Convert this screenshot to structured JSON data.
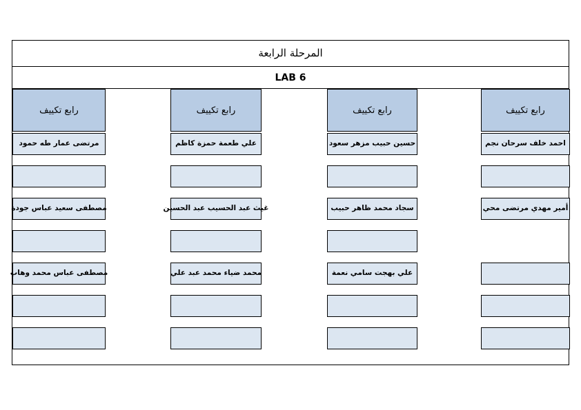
{
  "document": {
    "title": "المرحلة الرابعة",
    "lab_label": "LAB 6"
  },
  "colors": {
    "group_header_fill": "#b8cce4",
    "cell_fill": "#dce6f1",
    "border": "#000000",
    "page_background": "#ffffff"
  },
  "columns": [
    {
      "header": "رابع تكييف",
      "cells": [
        {
          "value": "مرتضى عمار طه حمود",
          "empty": false,
          "present": true
        },
        {
          "value": "",
          "empty": true,
          "present": true
        },
        {
          "value": "مصطفى سعيد عباس جودة",
          "empty": false,
          "present": true
        },
        {
          "value": "",
          "empty": true,
          "present": true
        },
        {
          "value": "مصطفى عباس محمد وهاب",
          "empty": false,
          "present": true
        },
        {
          "value": "",
          "empty": true,
          "present": true
        },
        {
          "value": "",
          "empty": true,
          "present": true
        }
      ]
    },
    {
      "header": "رابع تكييف",
      "cells": [
        {
          "value": "علي طعمة حمزة كاظم",
          "empty": false,
          "present": true
        },
        {
          "value": "",
          "empty": true,
          "present": true
        },
        {
          "value": "غيث عبد الحسيب عبد الحسين",
          "empty": false,
          "present": true
        },
        {
          "value": "",
          "empty": true,
          "present": true
        },
        {
          "value": "محمد ضياء محمد عبد علي",
          "empty": false,
          "present": true
        },
        {
          "value": "",
          "empty": true,
          "present": true
        },
        {
          "value": "",
          "empty": true,
          "present": true
        }
      ]
    },
    {
      "header": "رابع تكييف",
      "cells": [
        {
          "value": "حسين حبيب مزهر سعود",
          "empty": false,
          "present": true
        },
        {
          "value": "",
          "empty": true,
          "present": true
        },
        {
          "value": "سجاد محمد ظاهر حبيب",
          "empty": false,
          "present": true
        },
        {
          "value": "",
          "empty": true,
          "present": true
        },
        {
          "value": "علي بهجت سامي نعمة",
          "empty": false,
          "present": true
        },
        {
          "value": "",
          "empty": true,
          "present": true
        },
        {
          "value": "",
          "empty": true,
          "present": true
        }
      ]
    },
    {
      "header": "رابع تكييف",
      "cells": [
        {
          "value": "احمد خلف سرحان نجم",
          "empty": false,
          "present": true
        },
        {
          "value": "",
          "empty": true,
          "present": true
        },
        {
          "value": "أمير مهدي مرتضى محي",
          "empty": false,
          "present": true
        },
        {
          "value": "",
          "empty": true,
          "present": false
        },
        {
          "value": "",
          "empty": true,
          "present": true
        },
        {
          "value": "",
          "empty": true,
          "present": true
        },
        {
          "value": "",
          "empty": true,
          "present": true
        }
      ]
    }
  ]
}
